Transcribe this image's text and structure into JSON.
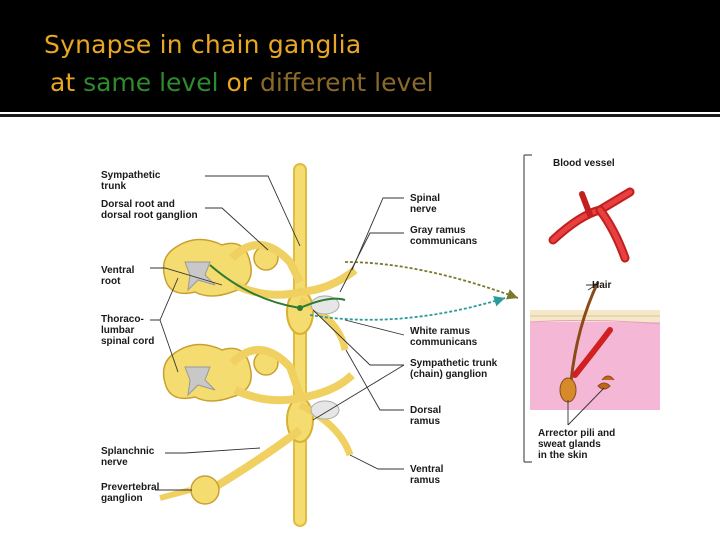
{
  "title": {
    "line1": "Synapse in chain ganglia",
    "line2_prefix": "at ",
    "line2_same": "same level",
    "line2_or": " or ",
    "line2_different": "different level"
  },
  "colors": {
    "header_bg": "#000000",
    "title": "#e8a623",
    "same_level": "#2e8b2e",
    "different_level": "#8a6a2a",
    "nerve": "#f0d060",
    "blood_vessel": "#dd2a2a"
  },
  "labels_left": [
    {
      "lines": [
        "Sympathetic",
        "trunk"
      ]
    },
    {
      "lines": [
        "Dorsal root and",
        "dorsal root ganglion"
      ]
    },
    {
      "lines": [
        "Ventral",
        "root"
      ]
    },
    {
      "lines": [
        "Thoraco-",
        "lumbar",
        "spinal cord"
      ]
    },
    {
      "lines": [
        "Splanchnic",
        "nerve"
      ]
    },
    {
      "lines": [
        "Prevertebral",
        "ganglion"
      ]
    }
  ],
  "labels_middle": [
    {
      "lines": [
        "Spinal",
        "nerve"
      ]
    },
    {
      "lines": [
        "Gray ramus",
        "communicans"
      ]
    },
    {
      "lines": [
        "White ramus",
        "communicans"
      ]
    },
    {
      "lines": [
        "Sympathetic trunk",
        "(chain) ganglion"
      ]
    },
    {
      "lines": [
        "Dorsal",
        "ramus"
      ]
    },
    {
      "lines": [
        "Ventral",
        "ramus"
      ]
    }
  ],
  "labels_right": [
    {
      "lines": [
        "Blood vessel"
      ]
    },
    {
      "lines": [
        "Hair"
      ]
    },
    {
      "lines": [
        "Arrector pili and",
        "sweat glands",
        "in the skin"
      ]
    }
  ]
}
